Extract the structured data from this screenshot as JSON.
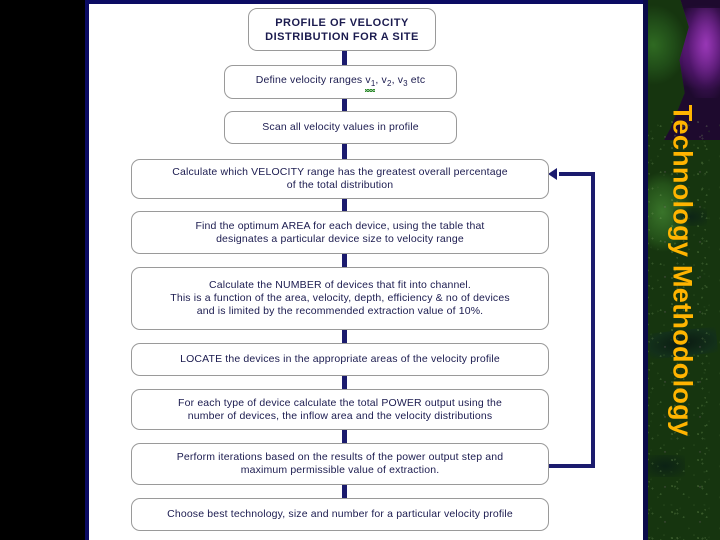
{
  "slide": {
    "vertical_title": "Technology Methodology",
    "accent_color": "#ffb400",
    "connector_color": "#1b1b6e",
    "text_color": "#1b1b4f",
    "band_color": "#000000",
    "border_color": "#0b0b63"
  },
  "flowchart": {
    "boxes": [
      {
        "id": "profile",
        "line1": "PROFILE OF VELOCITY",
        "line2": "DISTRIBUTION FOR A SITE"
      },
      {
        "id": "define-ranges",
        "prefix": "Define velocity ranges ",
        "v1": "v",
        "v1sub": "1",
        "mid": ", v",
        "v2sub": "2",
        "mid2": ", v",
        "v3sub": "3",
        "suffix": " etc"
      },
      {
        "id": "scan-values",
        "line1": "Scan all velocity values in profile"
      },
      {
        "id": "calculate-range",
        "line1": "Calculate which VELOCITY range has the greatest overall percentage",
        "line2": "of the total distribution"
      },
      {
        "id": "find-area",
        "line1": "Find the optimum AREA for each device, using the table that",
        "line2": "designates a particular device size to velocity range"
      },
      {
        "id": "calculate-number",
        "line1": "Calculate the NUMBER of devices that fit into channel.",
        "line2": "This is a function of the area, velocity, depth, efficiency & no of devices",
        "line3": "and is limited by the recommended extraction value of 10%."
      },
      {
        "id": "locate-devices",
        "line1": "LOCATE the devices in the appropriate areas of the velocity profile"
      },
      {
        "id": "power-output",
        "line1": "For each type of device calculate the total POWER output using the",
        "line2": "number of devices, the inflow area and the velocity distributions"
      },
      {
        "id": "perform-iterations",
        "line1": "Perform iterations based on the results of the power output step and",
        "line2": "maximum permissible value of extraction."
      },
      {
        "id": "choose-best",
        "line1": "Choose best technology, size and number for a particular velocity profile"
      }
    ]
  }
}
